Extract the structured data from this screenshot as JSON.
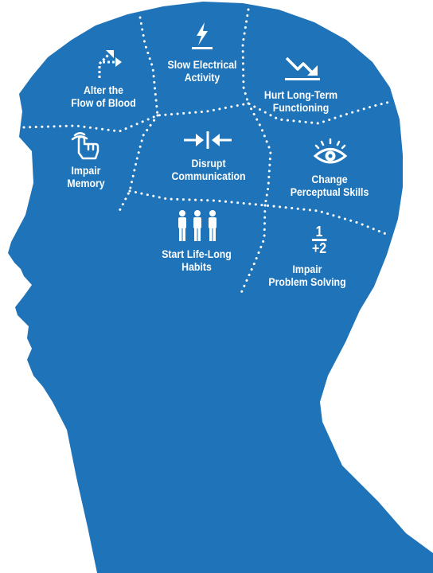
{
  "colors": {
    "head_fill": "#1f73b8",
    "lines": "#ffffff",
    "background": "#ffffff"
  },
  "regions": [
    {
      "id": "slow-electrical",
      "icon": "lightning-bolt-icon",
      "lines": [
        "Slow Electrical",
        "Activity"
      ]
    },
    {
      "id": "alter-blood",
      "icon": "branching-arrows-icon",
      "lines": [
        "Alter the",
        "Flow of Blood"
      ]
    },
    {
      "id": "hurt-long-term",
      "icon": "downtrend-arrow-icon",
      "lines": [
        "Hurt Long-Term",
        "Functioning"
      ]
    },
    {
      "id": "impair-memory",
      "icon": "finger-tap-icon",
      "lines": [
        "Impair",
        "Memory"
      ]
    },
    {
      "id": "disrupt-communication",
      "icon": "converging-arrows-icon",
      "lines": [
        "Disrupt",
        "Communication"
      ]
    },
    {
      "id": "change-perceptual",
      "icon": "eye-icon",
      "lines": [
        "Change",
        "Perceptual Skills"
      ]
    },
    {
      "id": "start-habits",
      "icon": "people-group-icon",
      "lines": [
        "Start Life-Long",
        "Habits"
      ]
    },
    {
      "id": "impair-problem",
      "icon": "fraction-icon",
      "icon_text": [
        "1",
        "+2"
      ],
      "lines": [
        "Impair",
        "Problem Solving"
      ]
    }
  ]
}
